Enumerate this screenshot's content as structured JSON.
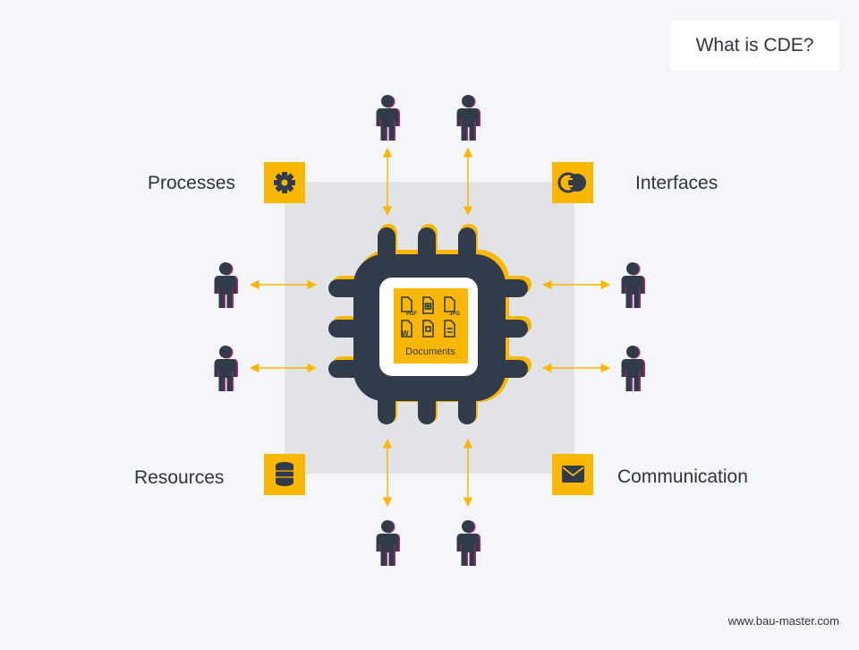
{
  "title": "What is CDE?",
  "corners": {
    "processes": {
      "label": "Processes",
      "icon": "gear-icon"
    },
    "interfaces": {
      "label": "Interfaces",
      "icon": "interface-circles-icon"
    },
    "resources": {
      "label": "Resources",
      "icon": "database-icon"
    },
    "communication": {
      "label": "Communication",
      "icon": "envelope-icon"
    }
  },
  "core": {
    "label": "Documents",
    "file_icons": [
      {
        "name": "pdf-file-icon",
        "text": "PDF"
      },
      {
        "name": "spreadsheet-file-icon",
        "text": ""
      },
      {
        "name": "jpg-file-icon",
        "text": "JPG"
      },
      {
        "name": "word-file-icon",
        "text": "W"
      },
      {
        "name": "frame-file-icon",
        "text": ""
      },
      {
        "name": "text-file-icon",
        "text": ""
      }
    ]
  },
  "footer": "www.bau-master.com",
  "colors": {
    "background": "#f5f6fa",
    "accent": "#f9b700",
    "dark": "#323b4a",
    "panel": "#e1e3e7",
    "person_outline": "#b0287a"
  }
}
